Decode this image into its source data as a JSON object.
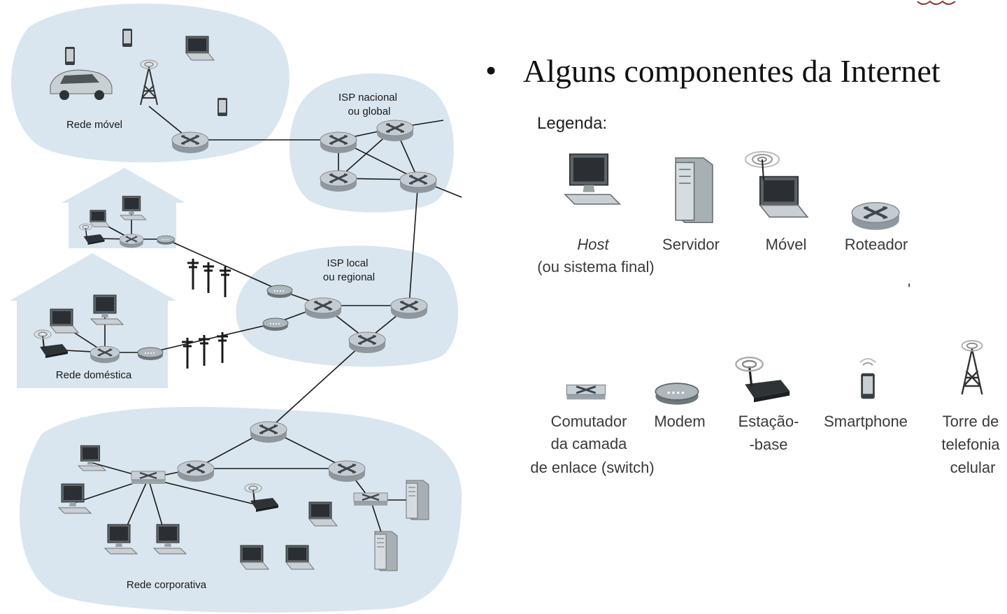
{
  "slide": {
    "bullet": "•",
    "heading": "Alguns componentes da Internet"
  },
  "network": {
    "mobile_network": "Rede móvel",
    "national_isp_line1": "ISP nacional",
    "national_isp_line2": "ou global",
    "local_isp_line1": "ISP local",
    "local_isp_line2": "ou regional",
    "home_network": "Rede doméstica",
    "corporate_network": "Rede corporativa"
  },
  "legend": {
    "title": "Legenda:",
    "host_line1": "Host",
    "host_line2": "(ou sistema final)",
    "server": "Servidor",
    "mobile": "Móvel",
    "router": "Roteador",
    "switch_line1": "Comutador",
    "switch_line2": "da camada",
    "switch_line3": "de enlace (switch)",
    "modem": "Modem",
    "base_line1": "Estação-",
    "base_line2": "-base",
    "smartphone": "Smartphone",
    "tower_line1": "Torre de",
    "tower_line2": "telefonia",
    "tower_line3": "celular"
  },
  "colors": {
    "cloud": "#d9e6ef",
    "router": "#c4ccd2",
    "device": "#3c3c3c"
  }
}
